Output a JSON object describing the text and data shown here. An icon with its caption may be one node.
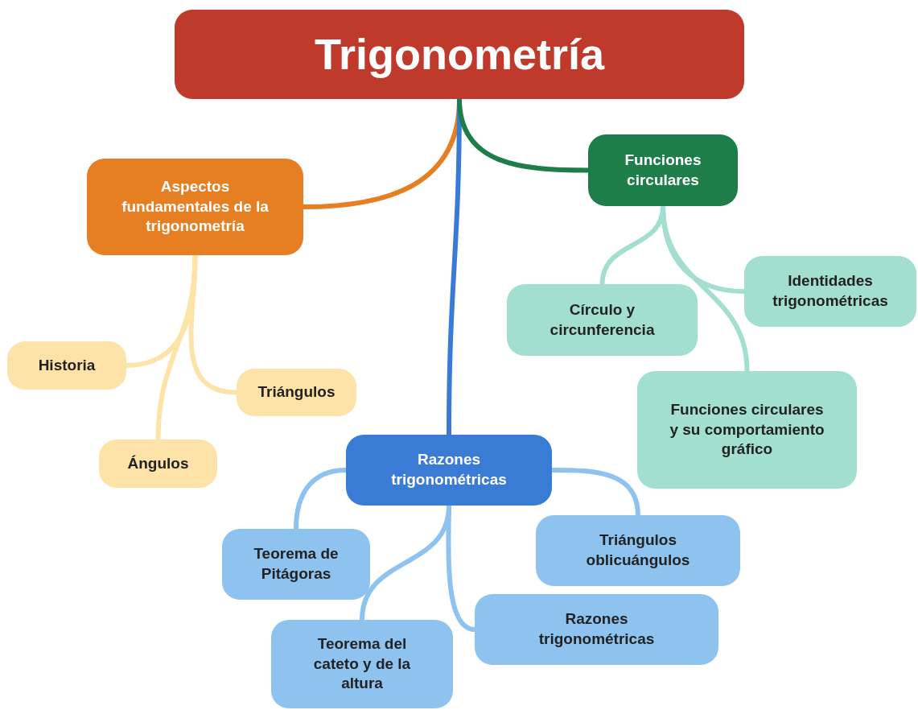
{
  "diagram": {
    "nodes": [
      {
        "text": [
          "Trigonometría"
        ]
      },
      {
        "text": [
          "Aspectos fundamentales de la trigonometría"
        ]
      },
      {
        "text": [
          "Historia"
        ]
      },
      {
        "text": [
          "Triángulos"
        ]
      },
      {
        "text": [
          "Ángulos"
        ]
      },
      {
        "text": [
          "Funciones circulares"
        ]
      },
      {
        "text": [
          "Círculo y circunferencia"
        ]
      },
      {
        "text": [
          "Identidades trigonométricas"
        ]
      },
      {
        "text": [
          "Funciones circulares y su comportamiento gráfico"
        ]
      },
      {
        "text": [
          "Razones trigonométricas"
        ]
      },
      {
        "text": [
          "Teorema de Pitágoras"
        ]
      },
      {
        "text": [
          "Triángulos oblicuángulos"
        ]
      },
      {
        "text": [
          "Teorema del cateto y de la altura"
        ]
      },
      {
        "text": [
          "Razones trigonométricas"
        ]
      }
    ],
    "edges": [
      {
        "from": 0,
        "to": 1,
        "arrow": "none",
        "color": "#e67e22"
      },
      {
        "from": 0,
        "to": 9,
        "arrow": "none",
        "color": "#3a7bd5"
      },
      {
        "from": 0,
        "to": 5,
        "arrow": "none",
        "color": "#1e7e4a"
      },
      {
        "from": 1,
        "to": 2,
        "arrow": "none",
        "color": "#fde3a7"
      },
      {
        "from": 1,
        "to": 3,
        "arrow": "none",
        "color": "#fde3a7"
      },
      {
        "from": 1,
        "to": 4,
        "arrow": "none",
        "color": "#fde3a7"
      },
      {
        "from": 5,
        "to": 6,
        "arrow": "none",
        "color": "#a3dfd0"
      },
      {
        "from": 5,
        "to": 7,
        "arrow": "none",
        "color": "#a3dfd0"
      },
      {
        "from": 5,
        "to": 8,
        "arrow": "none",
        "color": "#a3dfd0"
      },
      {
        "from": 9,
        "to": 10,
        "arrow": "none",
        "color": "#8ec3f0"
      },
      {
        "from": 9,
        "to": 11,
        "arrow": "none",
        "color": "#8ec3f0"
      },
      {
        "from": 9,
        "to": 12,
        "arrow": "none",
        "color": "#8ec3f0"
      },
      {
        "from": 9,
        "to": 13,
        "arrow": "none",
        "color": "#8ec3f0"
      }
    ]
  }
}
